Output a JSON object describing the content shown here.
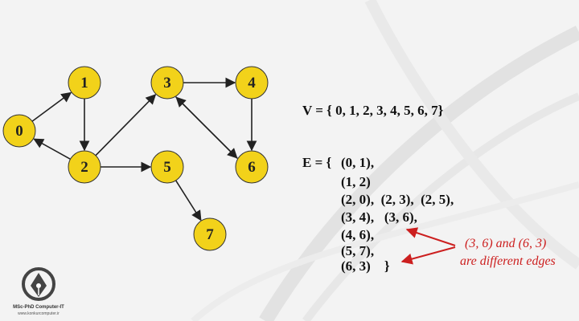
{
  "graph": {
    "node_fill": "#f2d21a",
    "node_stroke": "#333333",
    "edge_color": "#222222",
    "nodes": [
      {
        "id": "0",
        "label": "0"
      },
      {
        "id": "1",
        "label": "1"
      },
      {
        "id": "2",
        "label": "2"
      },
      {
        "id": "3",
        "label": "3"
      },
      {
        "id": "4",
        "label": "4"
      },
      {
        "id": "5",
        "label": "5"
      },
      {
        "id": "6",
        "label": "6"
      },
      {
        "id": "7",
        "label": "7"
      }
    ],
    "edges": [
      {
        "from": "0",
        "to": "1"
      },
      {
        "from": "1",
        "to": "2"
      },
      {
        "from": "2",
        "to": "0"
      },
      {
        "from": "2",
        "to": "3"
      },
      {
        "from": "2",
        "to": "5"
      },
      {
        "from": "3",
        "to": "4"
      },
      {
        "from": "3",
        "to": "6"
      },
      {
        "from": "4",
        "to": "6"
      },
      {
        "from": "5",
        "to": "7"
      },
      {
        "from": "6",
        "to": "3"
      }
    ]
  },
  "vertex_set": "V = { 0, 1, 2, 3, 4, 5, 6, 7}",
  "edge_set": {
    "prefix": "E = {",
    "lines": [
      "(0, 1),",
      "(1, 2)",
      "(2, 0),  (2, 3),  (2, 5),",
      "(3, 4),   (3, 6),",
      "(4, 6),",
      "(5, 7),",
      "(6, 3)    }"
    ]
  },
  "annotation": {
    "line1": "(3, 6) and (6, 3)",
    "line2": "are different edges",
    "color": "#cc1f1f"
  },
  "logo": {
    "line1": "MSc-PhD Computer-IT",
    "line2": "www.konkurcomputer.ir"
  }
}
